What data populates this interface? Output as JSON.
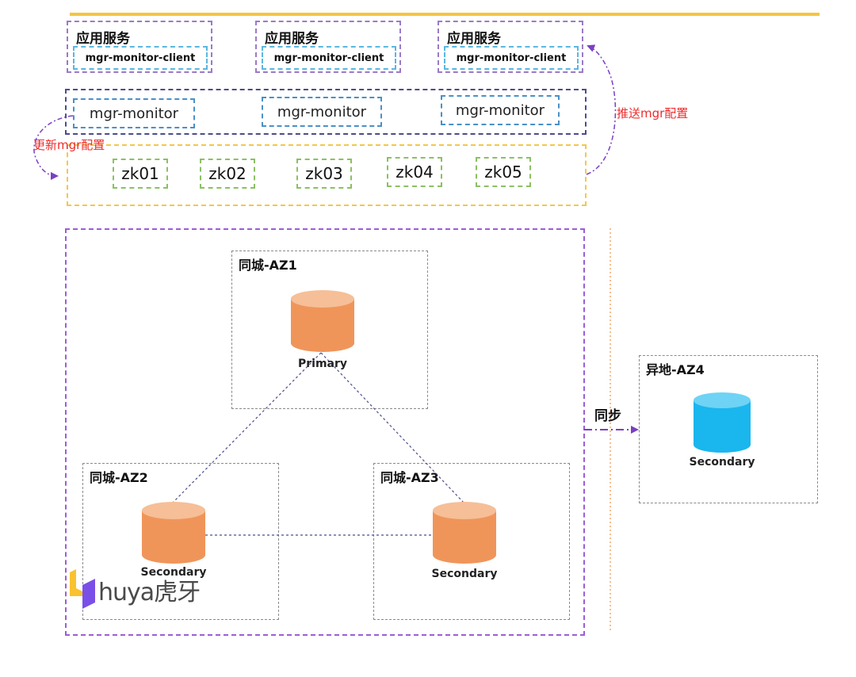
{
  "app_services": [
    {
      "title": "应用服务",
      "client": "mgr-monitor-client"
    },
    {
      "title": "应用服务",
      "client": "mgr-monitor-client"
    },
    {
      "title": "应用服务",
      "client": "mgr-monitor-client"
    }
  ],
  "monitors": [
    "mgr-monitor",
    "mgr-monitor",
    "mgr-monitor"
  ],
  "zookeeper_nodes": [
    "zk01",
    "zk02",
    "zk03",
    "zk04",
    "zk05"
  ],
  "annotations": {
    "update_config": "更新mgr配置",
    "push_config": "推送mgr配置",
    "sync": "同步"
  },
  "zones": {
    "az1": {
      "title": "同城-AZ1",
      "db_role": "Primary"
    },
    "az2": {
      "title": "同城-AZ2",
      "db_role": "Secondary"
    },
    "az3": {
      "title": "同城-AZ3",
      "db_role": "Secondary"
    },
    "az4": {
      "title": "异地-AZ4",
      "db_role": "Secondary"
    }
  },
  "colors": {
    "primary_db": "#f0955a",
    "secondary_db_local": "#f0955a",
    "secondary_db_remote": "#1ab6ee",
    "accent_bar": "#f5c542",
    "annotation_red": "#ee2b2b",
    "arrow_purple": "#7b3fc4"
  },
  "logo": {
    "text": "huya虎牙"
  }
}
